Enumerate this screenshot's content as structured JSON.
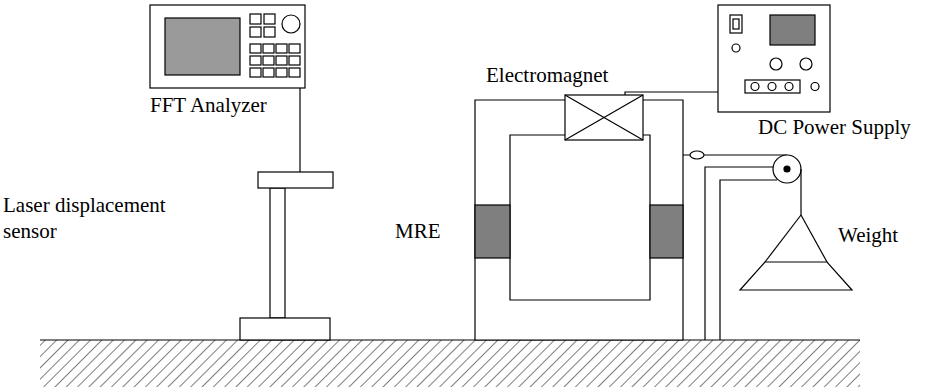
{
  "diagram": {
    "labels": [
      "FFT Analyzer",
      "Electromagnet",
      "DC Power Supply",
      "Laser displacement sensor",
      "MRE",
      "Weight"
    ]
  }
}
